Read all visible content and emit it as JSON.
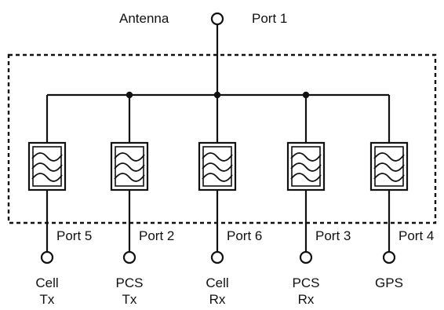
{
  "antenna": {
    "label": "Antenna",
    "port": "Port 1"
  },
  "filters": [
    {
      "port": "Port 5",
      "name_line1": "Cell",
      "name_line2": "Tx"
    },
    {
      "port": "Port 2",
      "name_line1": "PCS",
      "name_line2": "Tx"
    },
    {
      "port": "Port 6",
      "name_line1": "Cell",
      "name_line2": "Rx"
    },
    {
      "port": "Port 3",
      "name_line1": "PCS",
      "name_line2": "Rx"
    },
    {
      "port": "Port 4",
      "name_line1": "GPS",
      "name_line2": ""
    }
  ]
}
